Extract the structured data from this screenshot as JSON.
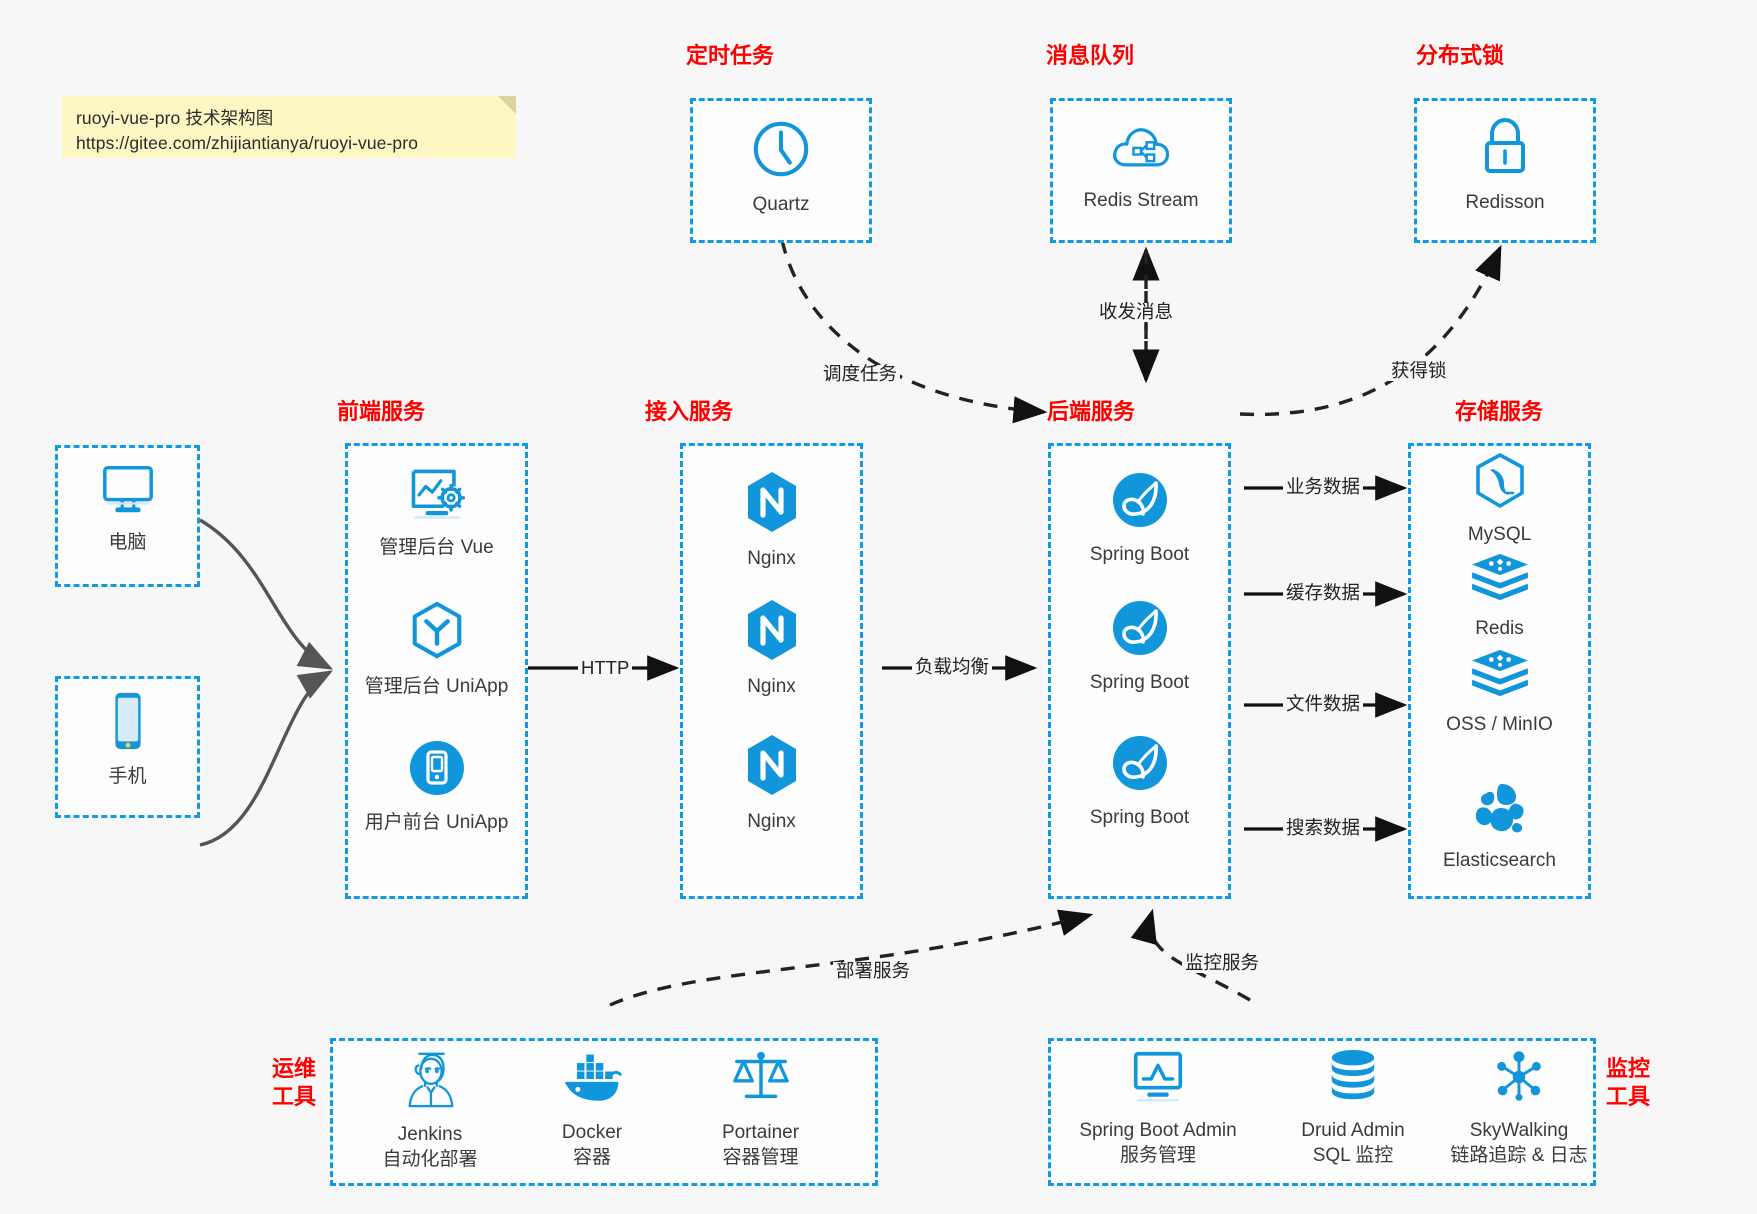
{
  "note": {
    "line1": "ruoyi-vue-pro 技术架构图",
    "line2": "https://gitee.com/zhijiantianya/ruoyi-vue-pro"
  },
  "colors": {
    "box_border": "#0f9ae8",
    "group_title": "#ff0000",
    "icon_blue": "#1296db",
    "background": "#f7f7f7",
    "edge": "#262626",
    "solid_edge": "#000000"
  },
  "groups": {
    "scheduled_task": {
      "title": "定时任务"
    },
    "message_queue": {
      "title": "消息队列"
    },
    "distributed_lock": {
      "title": "分布式锁"
    },
    "frontend": {
      "title": "前端服务"
    },
    "access": {
      "title": "接入服务"
    },
    "backend": {
      "title": "后端服务"
    },
    "storage": {
      "title": "存储服务"
    },
    "devops": {
      "title": "运维\n工具"
    },
    "monitor": {
      "title": "监控\n工具"
    }
  },
  "nodes": {
    "quartz": {
      "label": "Quartz",
      "icon": "clock-icon"
    },
    "redis_stream": {
      "label": "Redis Stream",
      "icon": "cloud-network-icon"
    },
    "redisson": {
      "label": "Redisson",
      "icon": "lock-icon"
    },
    "computer": {
      "label": "电脑",
      "icon": "desktop-monitor-icon"
    },
    "phone": {
      "label": "手机",
      "icon": "mobile-phone-icon"
    },
    "admin_vue": {
      "label": "管理后台 Vue",
      "icon": "dashboard-gear-icon"
    },
    "admin_uniapp": {
      "label": "管理后台 UniApp",
      "icon": "uniapp-cube-icon"
    },
    "user_uniapp": {
      "label": "用户前台 UniApp",
      "icon": "mobile-app-icon"
    },
    "nginx1": {
      "label": "Nginx",
      "icon": "nginx-icon"
    },
    "nginx2": {
      "label": "Nginx",
      "icon": "nginx-icon"
    },
    "nginx3": {
      "label": "Nginx",
      "icon": "nginx-icon"
    },
    "springboot1": {
      "label": "Spring Boot",
      "icon": "spring-boot-icon"
    },
    "springboot2": {
      "label": "Spring Boot",
      "icon": "spring-boot-icon"
    },
    "springboot3": {
      "label": "Spring Boot",
      "icon": "spring-boot-icon"
    },
    "mysql": {
      "label": "MySQL",
      "icon": "mysql-icon"
    },
    "redis": {
      "label": "Redis",
      "icon": "redis-icon"
    },
    "oss_minio": {
      "label": "OSS / MinIO",
      "icon": "redis-icon"
    },
    "elasticsearch": {
      "label": "Elasticsearch",
      "icon": "elasticsearch-icon"
    },
    "jenkins": {
      "label": "Jenkins\n自动化部署",
      "icon": "jenkins-icon"
    },
    "docker": {
      "label": "Docker\n容器",
      "icon": "docker-whale-icon"
    },
    "portainer": {
      "label": "Portainer\n容器管理",
      "icon": "scales-icon"
    },
    "spring_boot_admin": {
      "label": "Spring Boot Admin\n服务管理",
      "icon": "monitor-chart-icon"
    },
    "druid_admin": {
      "label": "Druid Admin\nSQL 监控",
      "icon": "database-icon"
    },
    "skywalking": {
      "label": "SkyWalking\n链路追踪 & 日志",
      "icon": "skywalking-icon"
    }
  },
  "edges": {
    "http": "HTTP",
    "load_balance": "负载均衡",
    "schedule_task": "调度任务",
    "send_receive_message": "收发消息",
    "acquire_lock": "获得锁",
    "business_data": "业务数据",
    "cache_data": "缓存数据",
    "file_data": "文件数据",
    "search_data": "搜索数据",
    "deploy_service": "部署服务",
    "monitor_service": "监控服务"
  }
}
